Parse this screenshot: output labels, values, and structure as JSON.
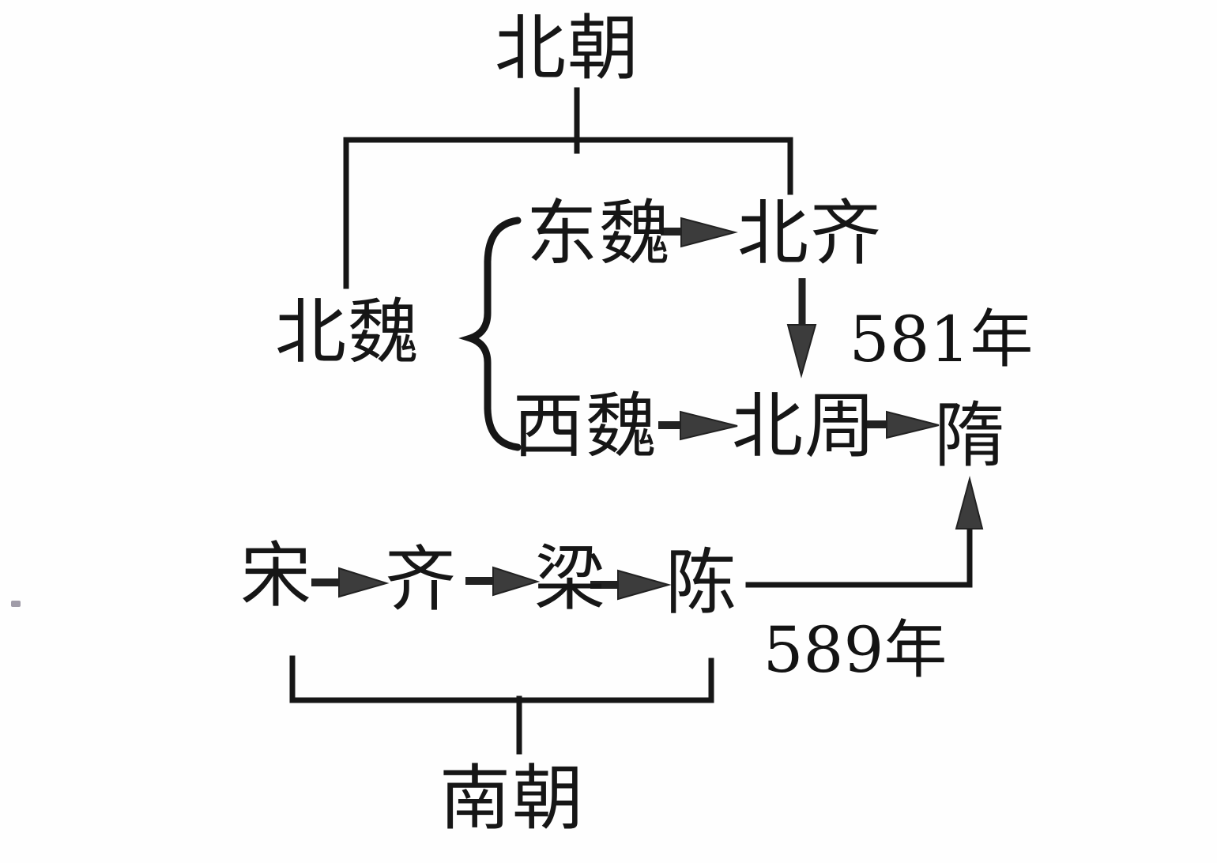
{
  "diagram": {
    "description_note": "Flow diagram of Chinese Northern and Southern Dynasties merging into Sui",
    "north": {
      "group_label": "北朝",
      "root": "北魏",
      "east_branch": {
        "from": "东魏",
        "to": "北齐"
      },
      "west_branch": {
        "from": "西魏",
        "to": "北周"
      },
      "result": "隋"
    },
    "south": {
      "group_label": "南朝",
      "sequence": [
        "宋",
        "齐",
        "梁",
        "陈"
      ]
    },
    "annotations": {
      "year_581": "581年",
      "year_589": "589年"
    },
    "colors": {
      "stroke": "#161616",
      "arrow_fill": "#3c3c3c",
      "background": "#fefefe"
    }
  },
  "nodes": {
    "north_dynasties": "北朝",
    "northern_wei": "北魏",
    "eastern_wei": "东魏",
    "northern_qi": "北齐",
    "western_wei": "西魏",
    "northern_zhou": "北周",
    "sui": "隋",
    "song": "宋",
    "qi": "齐",
    "liang": "梁",
    "chen": "陈",
    "south_dynasties": "南朝"
  },
  "years": {
    "y581": "581年",
    "y589": "589年"
  }
}
